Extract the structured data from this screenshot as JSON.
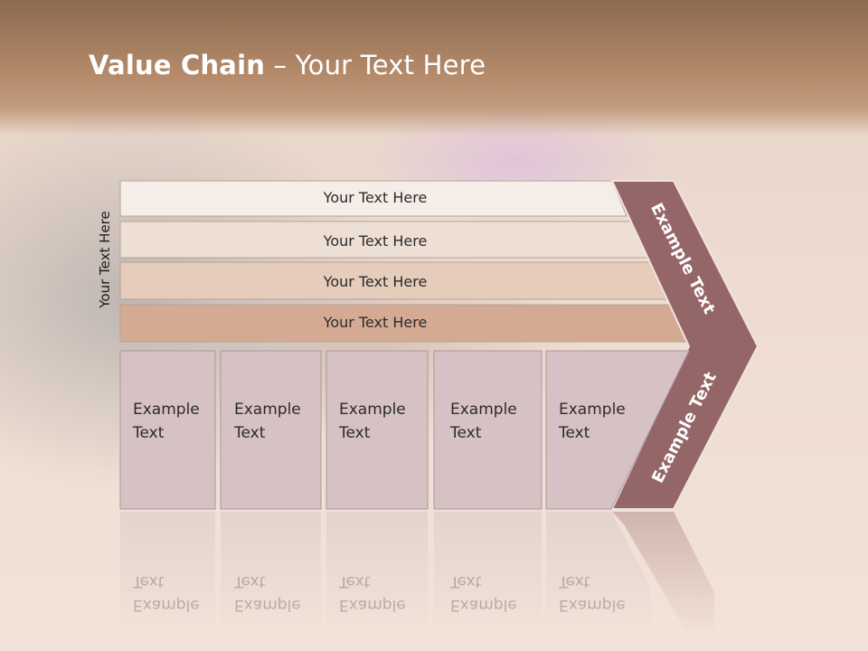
{
  "slide": {
    "title_bold": "Value Chain",
    "title_rest": " – Your Text Here",
    "side_label": "Your Text Here"
  },
  "bands": [
    "Your Text Here",
    "Your Text Here",
    "Your Text Here",
    "Your Text Here"
  ],
  "cells": [
    "Example\nText",
    "Example\nText",
    "Example\nText",
    "Example\nText",
    "Example\nText"
  ],
  "chevron": {
    "top_label": "Example Text",
    "bottom_label": "Example Text"
  },
  "colors": {
    "band1": "#f5ede8",
    "band2": "#eedfd5",
    "band3": "#e5ccbb",
    "band4": "#d4ab92",
    "cell": "#d6c2c4",
    "chevron": "#956668"
  }
}
